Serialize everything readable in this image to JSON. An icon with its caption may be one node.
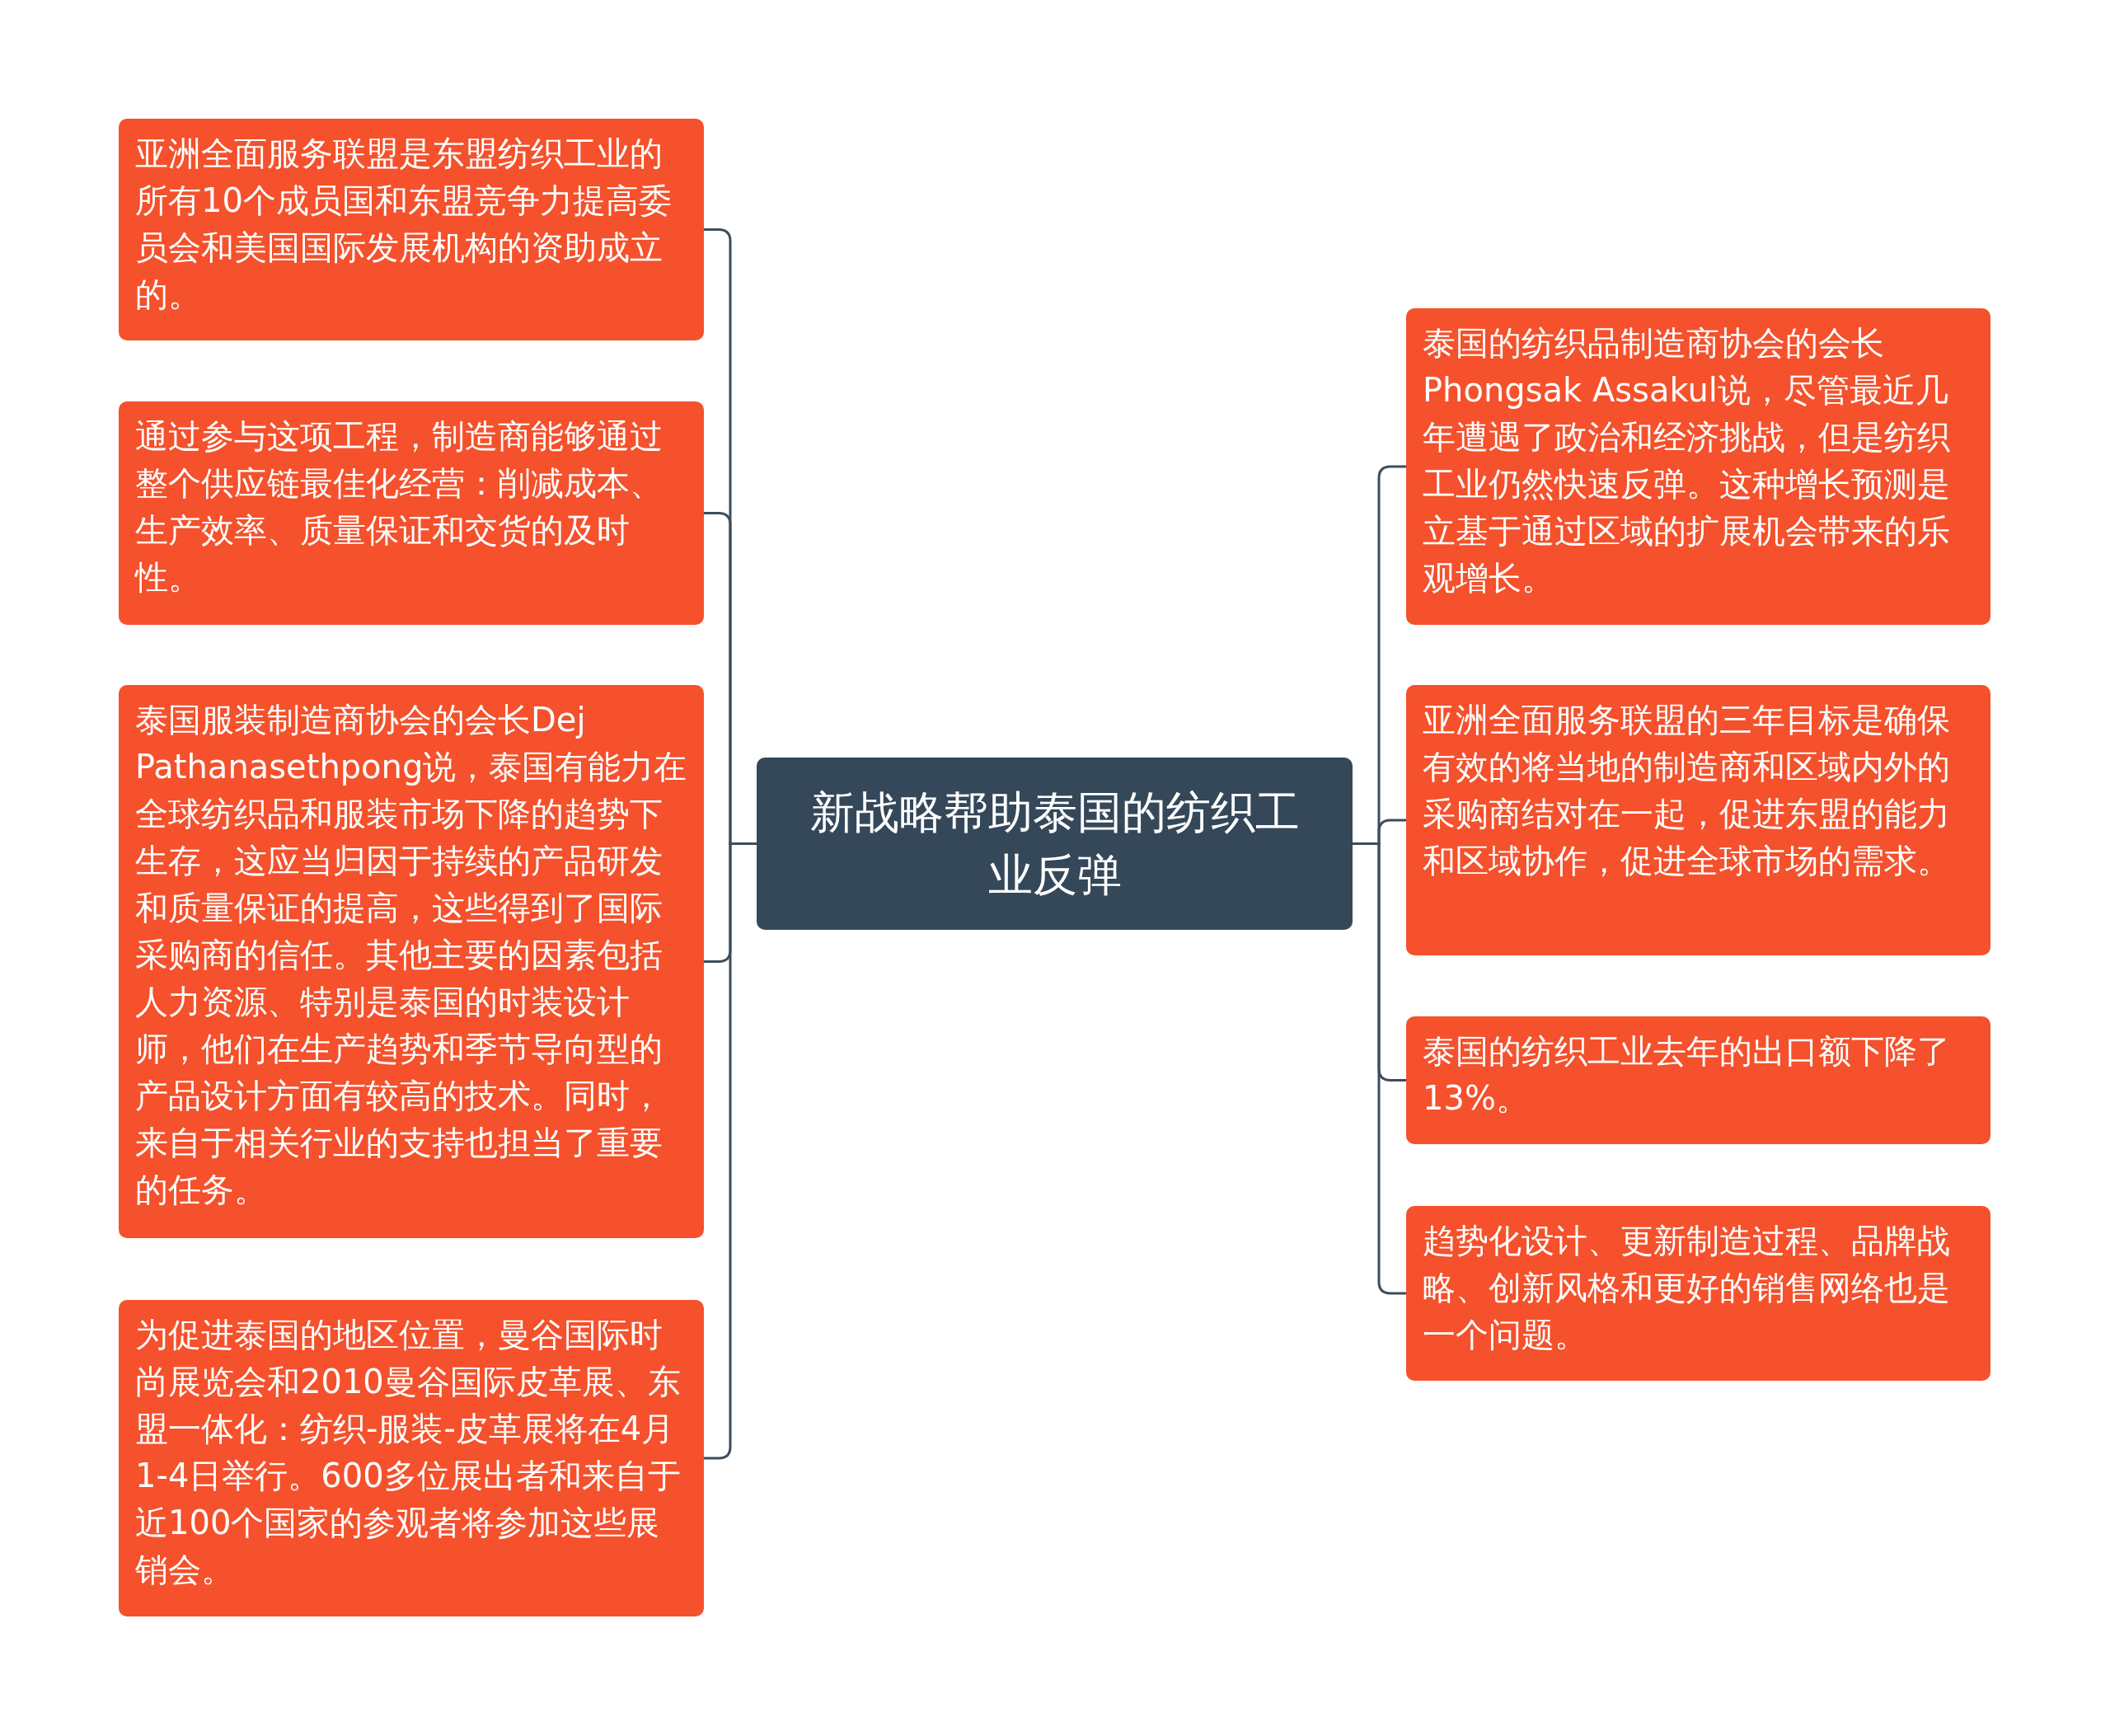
{
  "diagram": {
    "nodes": [
      {
        "text": [
          "新战略帮助泰国的纺织工业反弹"
        ]
      },
      {
        "text": [
          "亚洲全面服务联盟是东盟纺织工业的所有10个成员国和东盟竞争力提高委员会和美国国际发展机构的资助成立的。"
        ]
      },
      {
        "text": [
          "通过参与这项工程，制造商能够通过整个供应链最佳化经营：削减成本、生产效率、质量保证和交货的及时性。"
        ]
      },
      {
        "text": [
          "泰国服装制造商协会的会长Dej Pathanasethpong说，泰国有能力在全球纺织品和服装市场下降的趋势下生存，这应当归因于持续的产品研发和质量保证的提高，这些得到了国际采购商的信任。其他主要的因素包括人力资源、特别是泰国的时装设计师，他们在生产趋势和季节导向型的产品设计方面有较高的技术。同时，来自于相关行业的支持也担当了重要的任务。"
        ]
      },
      {
        "text": [
          "为促进泰国的地区位置，曼谷国际时尚展览会和2010曼谷国际皮革展、东盟一体化：纺织-服装-皮革展将在4月1-4日举行。600多位展出者和来自于近100个国家的参观者将参加这些展销会。"
        ]
      },
      {
        "text": [
          "泰国的纺织品制造商协会的会长Phongsak Assakul说，尽管最近几年遭遇了政治和经济挑战，但是纺织工业仍然快速反弹。这种增长预测是立基于通过区域的扩展机会带来的乐观增长。"
        ]
      },
      {
        "text": [
          "亚洲全面服务联盟的三年目标是确保有效的将当地的制造商和区域内外的采购商结对在一起，促进东盟的能力和区域协作，促进全球市场的需求。"
        ]
      },
      {
        "text": [
          "泰国的纺织工业去年的出口额下降了13%。"
        ]
      },
      {
        "text": [
          "趋势化设计、更新制造过程、品牌战略、创新风格和更好的销售网络也是一个问题。"
        ]
      }
    ],
    "edges": [
      {
        "from": 0,
        "to": 1,
        "arrow": "none"
      },
      {
        "from": 0,
        "to": 2,
        "arrow": "none"
      },
      {
        "from": 0,
        "to": 3,
        "arrow": "none"
      },
      {
        "from": 0,
        "to": 4,
        "arrow": "none"
      },
      {
        "from": 0,
        "to": 5,
        "arrow": "none"
      },
      {
        "from": 0,
        "to": 6,
        "arrow": "none"
      },
      {
        "from": 0,
        "to": 7,
        "arrow": "none"
      },
      {
        "from": 0,
        "to": 8,
        "arrow": "none"
      }
    ]
  }
}
